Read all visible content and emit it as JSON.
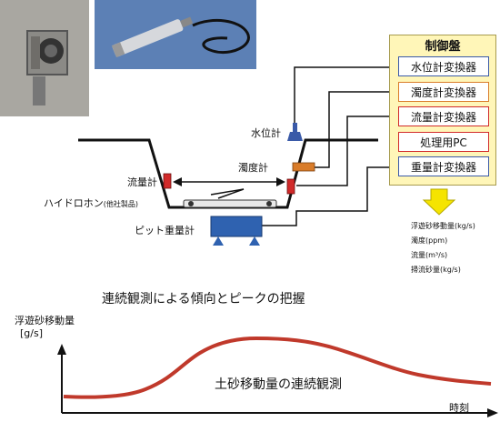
{
  "control_panel": {
    "title": "制御盤",
    "modules": [
      {
        "label": "水位計変換器",
        "border": "#3a5aa8"
      },
      {
        "label": "濁度計変換器",
        "border": "#d97c2a"
      },
      {
        "label": "流量計変換器",
        "border": "#d12a2a"
      },
      {
        "label": "処理用PC",
        "border": "#d12a2a"
      },
      {
        "label": "重量計変換器",
        "border": "#3a5aa8"
      }
    ]
  },
  "instruments": {
    "water_level": "水位計",
    "turbidity": "濁度計",
    "flow": "流量計",
    "hydrophone": "ハイドロホン",
    "hydrophone_note": "(他社製品)",
    "pit_weight": "ピット重量計"
  },
  "outputs": [
    "浮遊砂移動量(kg/s)",
    "濁度(ppm)",
    "流量(m³/s)",
    "掃流砂量(kg/s)"
  ],
  "graph": {
    "annotation": "連続観測による傾向とピークの把握",
    "ylabel_line1": "浮遊砂移動量",
    "ylabel_line2": "[g/s]",
    "xlabel": "時刻",
    "caption": "土砂移動量の連続観測"
  },
  "colors": {
    "panel_fill": "#fff6b8",
    "curve": "#c0392b",
    "blue": "#3a5aa8",
    "orange": "#d97c2a",
    "red": "#d12a2a",
    "arrow_yellow": "#f5e400"
  }
}
